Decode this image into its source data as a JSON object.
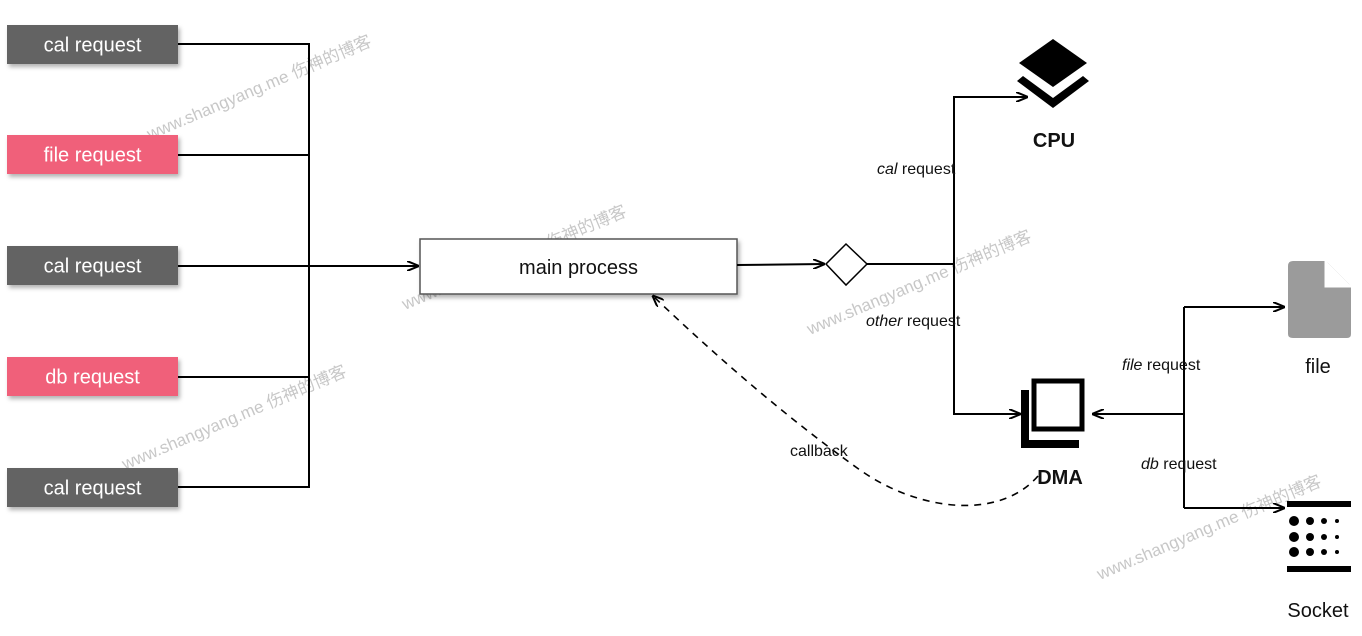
{
  "requests": [
    {
      "label": "cal request",
      "color": "#636363"
    },
    {
      "label": "file request",
      "color": "#f0607a"
    },
    {
      "label": "cal request",
      "color": "#636363"
    },
    {
      "label": "db request",
      "color": "#f0607a"
    },
    {
      "label": "cal request",
      "color": "#636363"
    }
  ],
  "main_process": {
    "label": "main process"
  },
  "edges": {
    "cal_prefix": "cal",
    "other_prefix": "other",
    "file_prefix": "file",
    "db_prefix": "db",
    "request_suffix": " request",
    "callback": "callback"
  },
  "nodes": {
    "cpu": "CPU",
    "dma": "DMA",
    "file": "file",
    "socket": "Socket"
  },
  "icons": {
    "cpu": "layers-icon",
    "dma": "dma-icon",
    "file": "file-icon",
    "socket": "socket-icon",
    "router": "decision-diamond"
  },
  "colors": {
    "gray_request": "#636363",
    "pink_request": "#f0607a",
    "file_icon": "#9b9b9b"
  },
  "watermark": "www.shangyang.me 伤神的博客"
}
